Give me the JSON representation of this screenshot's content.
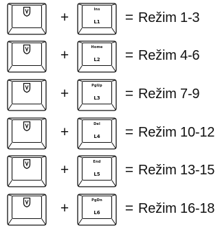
{
  "rows": [
    {
      "fn_top": "Ins",
      "fn_bottom": "L1",
      "plus": "+",
      "equals": "=",
      "mode": "Režim 1-3"
    },
    {
      "fn_top": "Home",
      "fn_bottom": "L2",
      "plus": "+",
      "equals": "=",
      "mode": "Režim 4-6"
    },
    {
      "fn_top": "PgUp",
      "fn_bottom": "L3",
      "plus": "+",
      "equals": "=",
      "mode": "Režim 7-9"
    },
    {
      "fn_top": "Del",
      "fn_bottom": "L4",
      "plus": "+",
      "equals": "=",
      "mode": "Režim 10-12"
    },
    {
      "fn_top": "End",
      "fn_bottom": "L5",
      "plus": "+",
      "equals": "=",
      "mode": "Režim 13-15"
    },
    {
      "fn_top": "PgDn",
      "fn_bottom": "L6",
      "plus": "+",
      "equals": "=",
      "mode": "Režim 16-18"
    }
  ],
  "icons": {
    "logo_key": "brand-logo-icon"
  },
  "colors": {
    "stroke": "#111111",
    "background": "#ffffff"
  }
}
